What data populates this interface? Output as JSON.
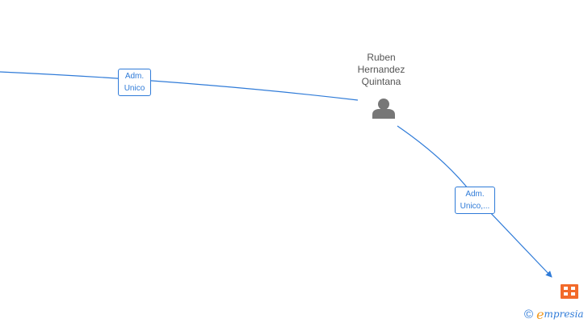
{
  "person": {
    "name_lines": [
      "Ruben",
      "Hernandez",
      "Quintana"
    ],
    "icon": "person-icon"
  },
  "edges": [
    {
      "label_lines": [
        "Adm.",
        "Unico"
      ],
      "target": "person"
    },
    {
      "label_lines": [
        "Adm.",
        "Unico,..."
      ],
      "target": "company"
    }
  ],
  "company": {
    "icon": "building-icon",
    "color": "#f26a2a"
  },
  "footer": {
    "copyright_symbol": "©",
    "brand_initial": "e",
    "brand_rest": "mpresia"
  },
  "colors": {
    "edge": "#2f7bd8",
    "person_icon": "#777777",
    "brand_initial": "#f39a1e"
  }
}
